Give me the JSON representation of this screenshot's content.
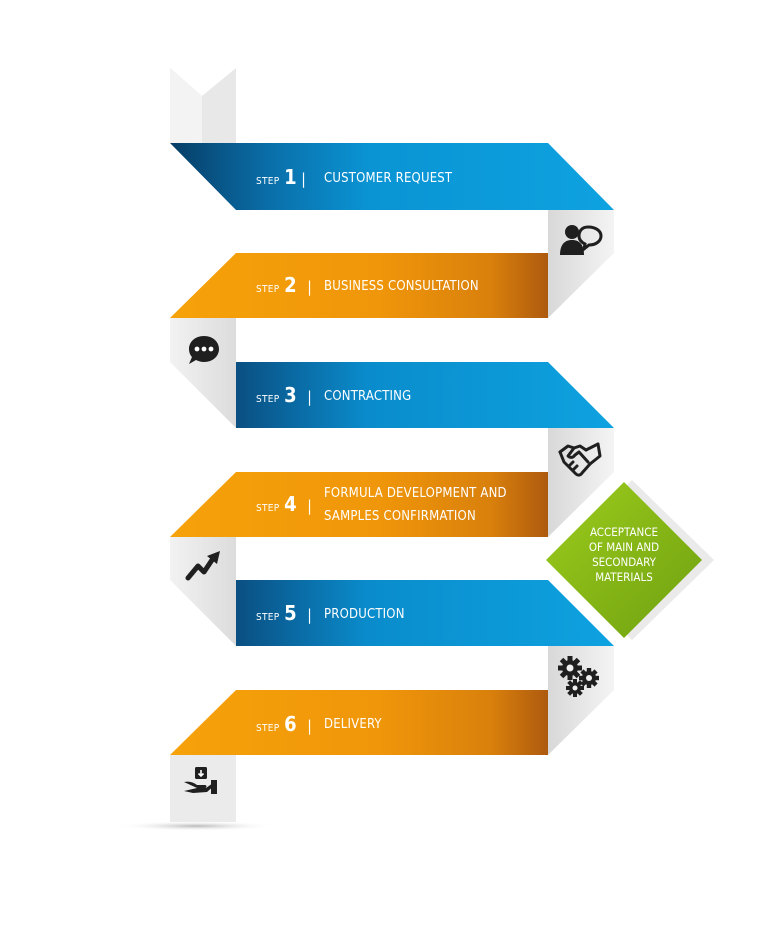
{
  "step_word": "STEP",
  "separator": "|",
  "steps": [
    {
      "number": "1",
      "label": "CUSTOMER REQUEST",
      "icon": "user-speech-icon"
    },
    {
      "number": "2",
      "label": "BUSINESS CONSULTATION",
      "icon": "chat-bubble-icon"
    },
    {
      "number": "3",
      "label": "CONTRACTING",
      "icon": "handshake-icon"
    },
    {
      "number": "4",
      "label_lines": [
        "FORMULA DEVELOPMENT AND",
        "SAMPLES CONFIRMATION"
      ],
      "icon": "trend-up-arrow-icon"
    },
    {
      "number": "5",
      "label": "PRODUCTION",
      "icon": "gears-icon"
    },
    {
      "number": "6",
      "label": "DELIVERY",
      "icon": "hand-box-icon"
    }
  ],
  "diamond": {
    "lines": [
      "ACCEPTANCE",
      "OF MAIN AND",
      "SECONDARY",
      "MATERIALS"
    ]
  },
  "colors": {
    "blue": "#0a9ad9",
    "blue_dark": "#074a78",
    "orange": "#f39a08",
    "orange_dark": "#b8600c",
    "green": "#8cbc16",
    "fold": "#e9e9e9"
  }
}
